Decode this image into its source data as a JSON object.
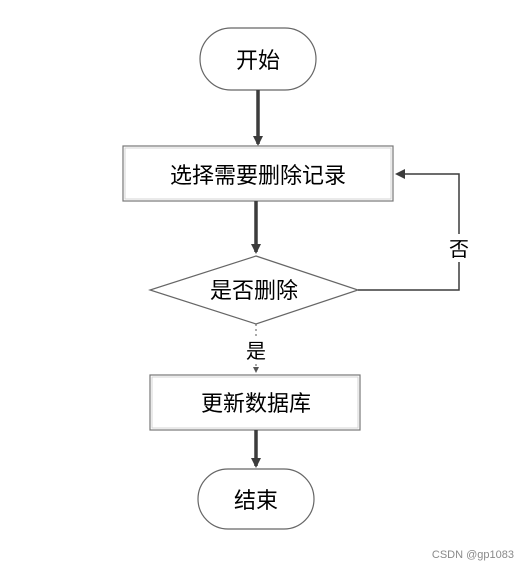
{
  "nodes": {
    "start": "开始",
    "select": "选择需要删除记录",
    "decision": "是否删除",
    "update": "更新数据库",
    "end": "结束"
  },
  "edges": {
    "yes": "是",
    "no": "否"
  },
  "watermark": "CSDN @gp1083"
}
